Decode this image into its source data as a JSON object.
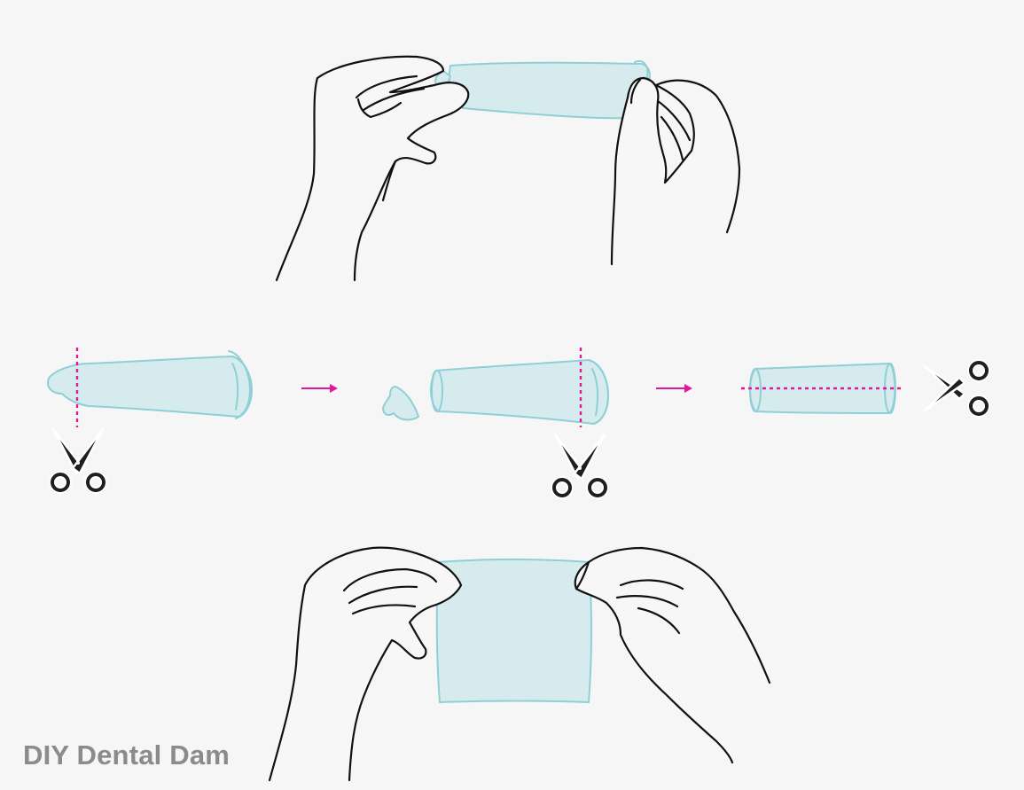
{
  "title": "DIY Dental Dam",
  "colors": {
    "background": "#f6f6f6",
    "latex_fill": "#d6ebed",
    "latex_outline": "#8fcfd6",
    "cut_line": "#e0199b",
    "arrow": "#e0199b",
    "ink": "#111111",
    "caption": "#8b8b8b"
  },
  "steps": [
    {
      "id": "stretch-condom",
      "icons": [
        "hand-icon",
        "hand-icon",
        "condom-icon"
      ]
    },
    {
      "id": "cut-tip",
      "icons": [
        "condom-icon",
        "cut-line",
        "scissors-icon"
      ]
    },
    {
      "id": "cut-ring",
      "icons": [
        "condom-tip-icon",
        "condom-tube-icon",
        "cut-line",
        "scissors-icon"
      ]
    },
    {
      "id": "cut-lengthwise",
      "icons": [
        "condom-tube-icon",
        "cut-line",
        "scissors-icon"
      ]
    },
    {
      "id": "open-dam",
      "icons": [
        "hand-icon",
        "hand-icon",
        "latex-sheet-icon"
      ]
    }
  ],
  "arrows": [
    "arrow-right-icon",
    "arrow-right-icon"
  ]
}
